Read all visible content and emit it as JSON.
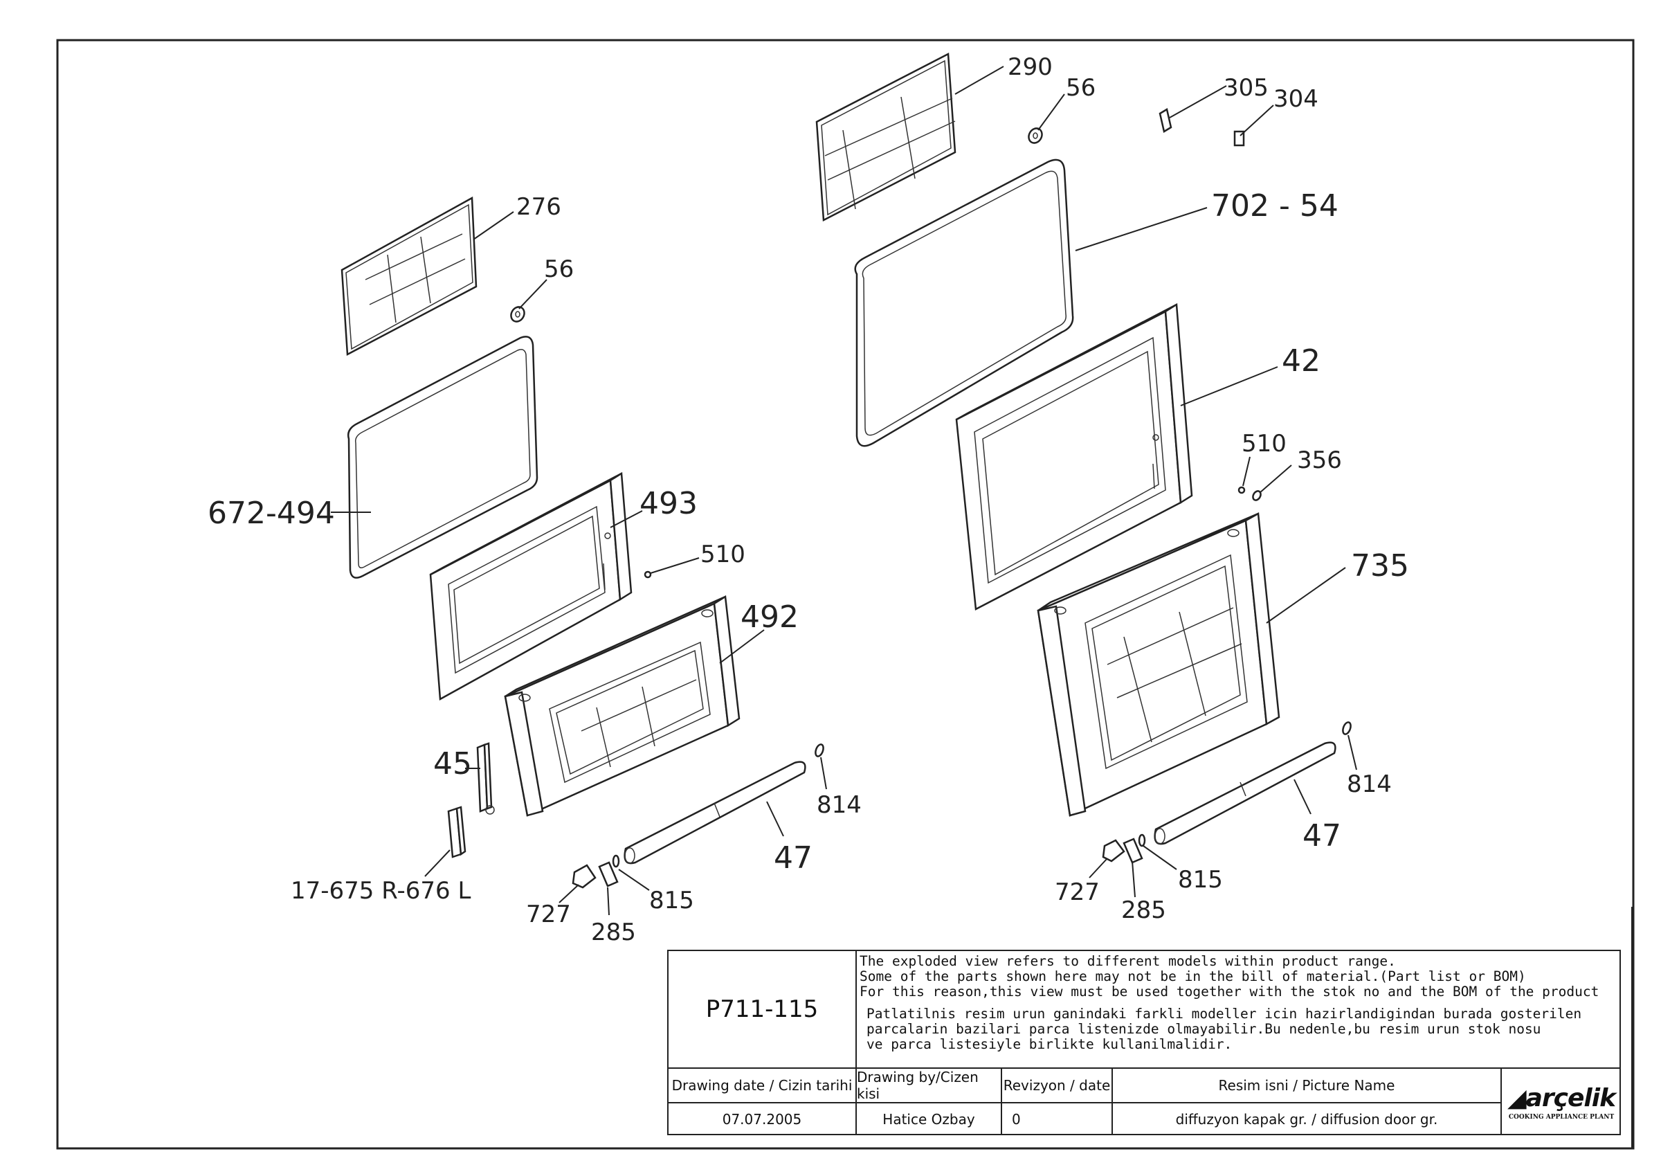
{
  "callouts": {
    "c290": "290",
    "c56a": "56",
    "c305": "305",
    "c304": "304",
    "c70254": "702 - 54",
    "c42": "42",
    "c510a": "510",
    "c356": "356",
    "c735": "735",
    "c814a": "814",
    "c47a": "47",
    "c815a": "815",
    "c727a": "727",
    "c285a": "285",
    "c276": "276",
    "c56b": "56",
    "c672494": "672-494",
    "c493": "493",
    "c510b": "510",
    "c492": "492",
    "c45": "45",
    "c17675": "17-675 R-676 L",
    "c814b": "814",
    "c47b": "47",
    "c815b": "815",
    "c727b": "727",
    "c285b": "285"
  },
  "title_block": {
    "drawing_no": "P711-115",
    "note_en": [
      "The exploded view refers to different models within product range.",
      "Some of the parts shown here may not be in the bill of material.(Part list or BOM)",
      "For this reason,this view must be used together with the stok no and the BOM of the product"
    ],
    "note_tr": [
      "Patlatilnis resim urun ganindaki farkli modeller icin hazirlandigindan burada gosterilen",
      "parcalarin bazilari parca listenizde olmayabilir.Bu nedenle,bu resim urun stok nosu",
      "ve parca listesiyle birlikte kullanilmalidir."
    ],
    "headers": {
      "date": "Drawing date / Cizin tarihi",
      "by": "Drawing by/Cizen kisi",
      "rev": "Revizyon / date",
      "name": "Resim isni / Picture Name"
    },
    "values": {
      "date": "07.07.2005",
      "by": "Hatice Ozbay",
      "rev": "0",
      "name": "diffuzyon kapak gr. / diffusion door gr."
    },
    "logo": {
      "word": "arçelik",
      "sub": "COOKING APPLIANCE PLANT"
    }
  }
}
